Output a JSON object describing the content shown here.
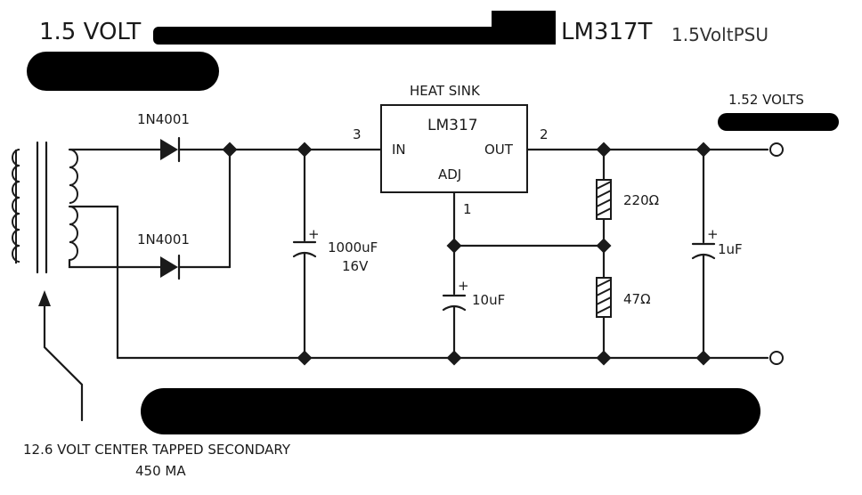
{
  "title": {
    "prefix": "1.5 VOLT",
    "regulator": "LM317T",
    "tag": "1.5VoltPSU"
  },
  "regulator": {
    "heat_sink": "HEAT SINK",
    "name": "LM317",
    "in": "IN",
    "out": "OUT",
    "adj": "ADJ",
    "pin_in": "3",
    "pin_out": "2",
    "pin_adj": "1"
  },
  "diodes": {
    "top": "1N4001",
    "bottom": "1N4001"
  },
  "capacitors": {
    "input_value": "1000uF",
    "input_voltage": "16V",
    "adj": "10uF",
    "output": "1uF",
    "plus": "+"
  },
  "resistors": {
    "upper": "220Ω",
    "lower": "47Ω"
  },
  "output_label": "1.52 VOLTS",
  "transformer": {
    "note_line1": "12.6 VOLT CENTER TAPPED SECONDARY",
    "note_line2": "450 MA"
  }
}
